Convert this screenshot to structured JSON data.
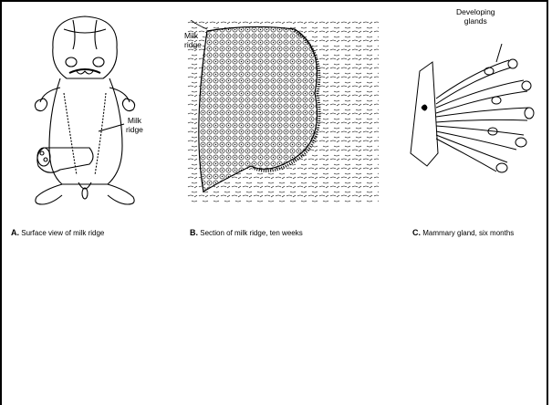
{
  "panels": [
    {
      "letter": "A.",
      "caption": "Surface view of milk ridge",
      "label_line1": "Milk",
      "label_line2": "ridge"
    },
    {
      "letter": "B.",
      "caption": "Section of milk ridge, ten weeks",
      "label_line1": "Milk",
      "label_line2": "ridge"
    },
    {
      "letter": "C.",
      "caption": "Mammary gland, six months",
      "label_line1": "Developing",
      "label_line2": "glands"
    }
  ]
}
